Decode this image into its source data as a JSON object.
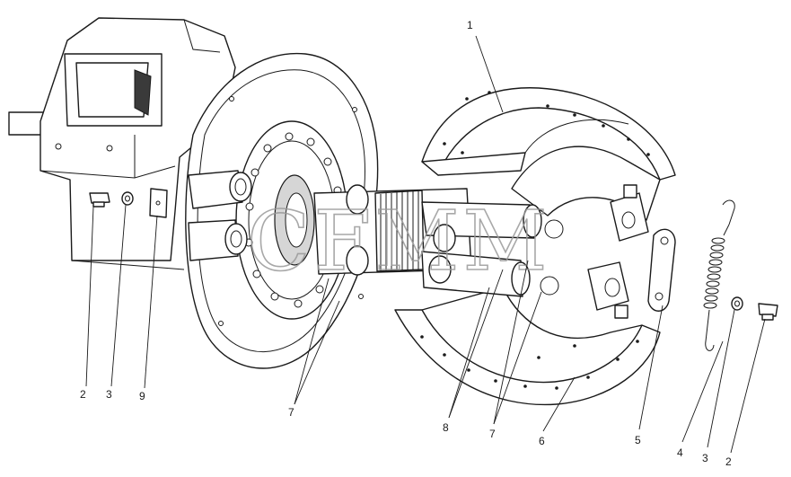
{
  "watermark": "CFMM",
  "callouts": [
    {
      "id": "c1",
      "label": "1"
    },
    {
      "id": "c2l",
      "label": "2"
    },
    {
      "id": "c3l",
      "label": "3"
    },
    {
      "id": "c9",
      "label": "9"
    },
    {
      "id": "c7a",
      "label": "7"
    },
    {
      "id": "c8",
      "label": "8"
    },
    {
      "id": "c7b",
      "label": "7"
    },
    {
      "id": "c6",
      "label": "6"
    },
    {
      "id": "c5",
      "label": "5"
    },
    {
      "id": "c4",
      "label": "4"
    },
    {
      "id": "c3r",
      "label": "3"
    },
    {
      "id": "c2r",
      "label": "2"
    }
  ]
}
